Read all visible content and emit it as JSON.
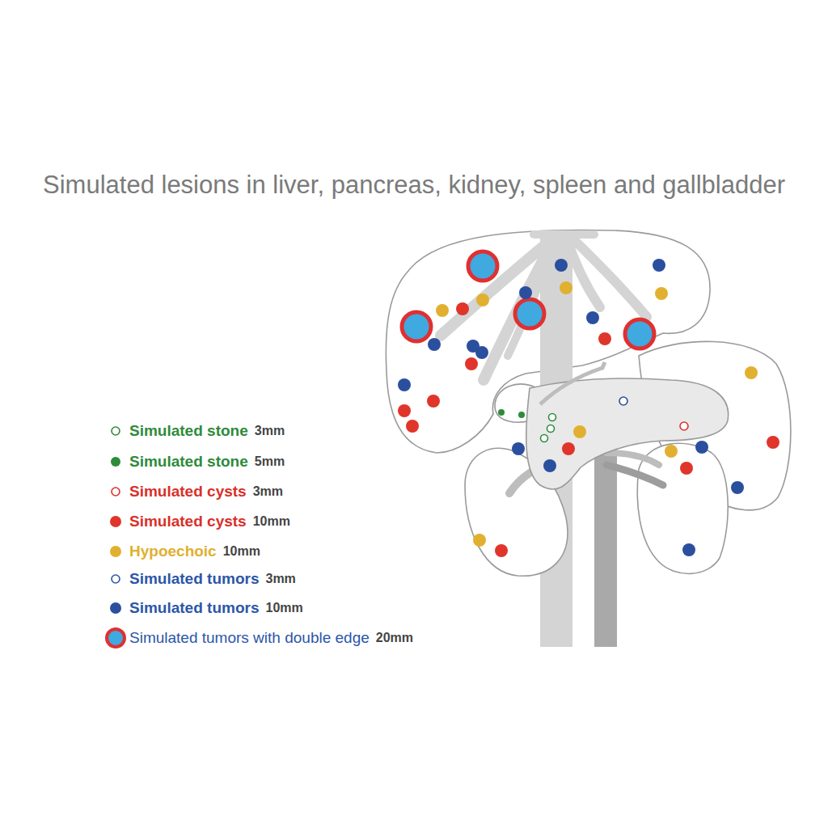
{
  "diagram": {
    "title": "Simulated lesions in liver, pancreas, kidney, spleen and gallbladder",
    "labels": [
      "3mm",
      "5mm",
      "3mm",
      "10mm",
      "10mm",
      "3mm",
      "10mm",
      "20mm"
    ],
    "legend": [
      {
        "text": "Simulated stone"
      },
      {
        "text": "Simulated stone",
        "color": "#2e8b3a"
      },
      {
        "text": "Simulated cysts"
      },
      {
        "text": "Simulated cysts",
        "color": "#e0352b"
      },
      {
        "text": "Hypoechoic",
        "color": "#e2b030"
      },
      {
        "text": "Simulated tumors"
      },
      {
        "text": "Simulated tumors",
        "color": "#2a4f9e"
      },
      {
        "text": "Simulated tumors with double edge"
      }
    ]
  }
}
